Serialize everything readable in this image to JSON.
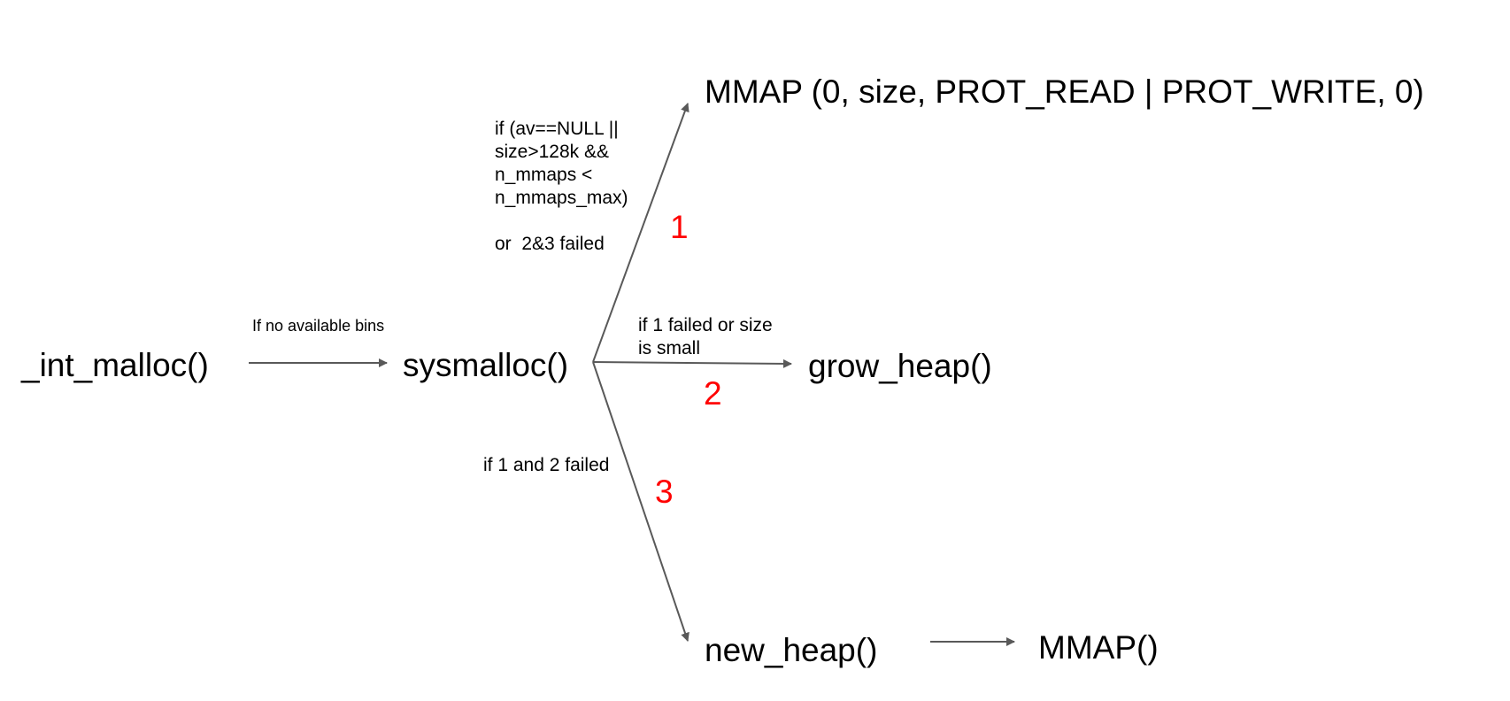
{
  "nodes": {
    "int_malloc": "_int_malloc()",
    "sysmalloc": "sysmalloc()",
    "mmap_call": "MMAP (0, size, PROT_READ | PROT_WRITE, 0)",
    "grow_heap": "grow_heap()",
    "new_heap": "new_heap()",
    "mmap_plain": "MMAP()"
  },
  "edge_labels": {
    "to_sysmalloc": "If no available bins",
    "path1_condition": "if (av==NULL ||\nsize>128k &&\nn_mmaps <\nn_mmaps_max)\n\nor  2&3 failed",
    "path2_condition": "if 1 failed or size\nis small",
    "path3_condition": "if 1 and 2 failed"
  },
  "path_numbers": {
    "one": "1",
    "two": "2",
    "three": "3"
  },
  "colors": {
    "arrow": "#595959",
    "number": "#ff0000",
    "text": "#000000"
  }
}
